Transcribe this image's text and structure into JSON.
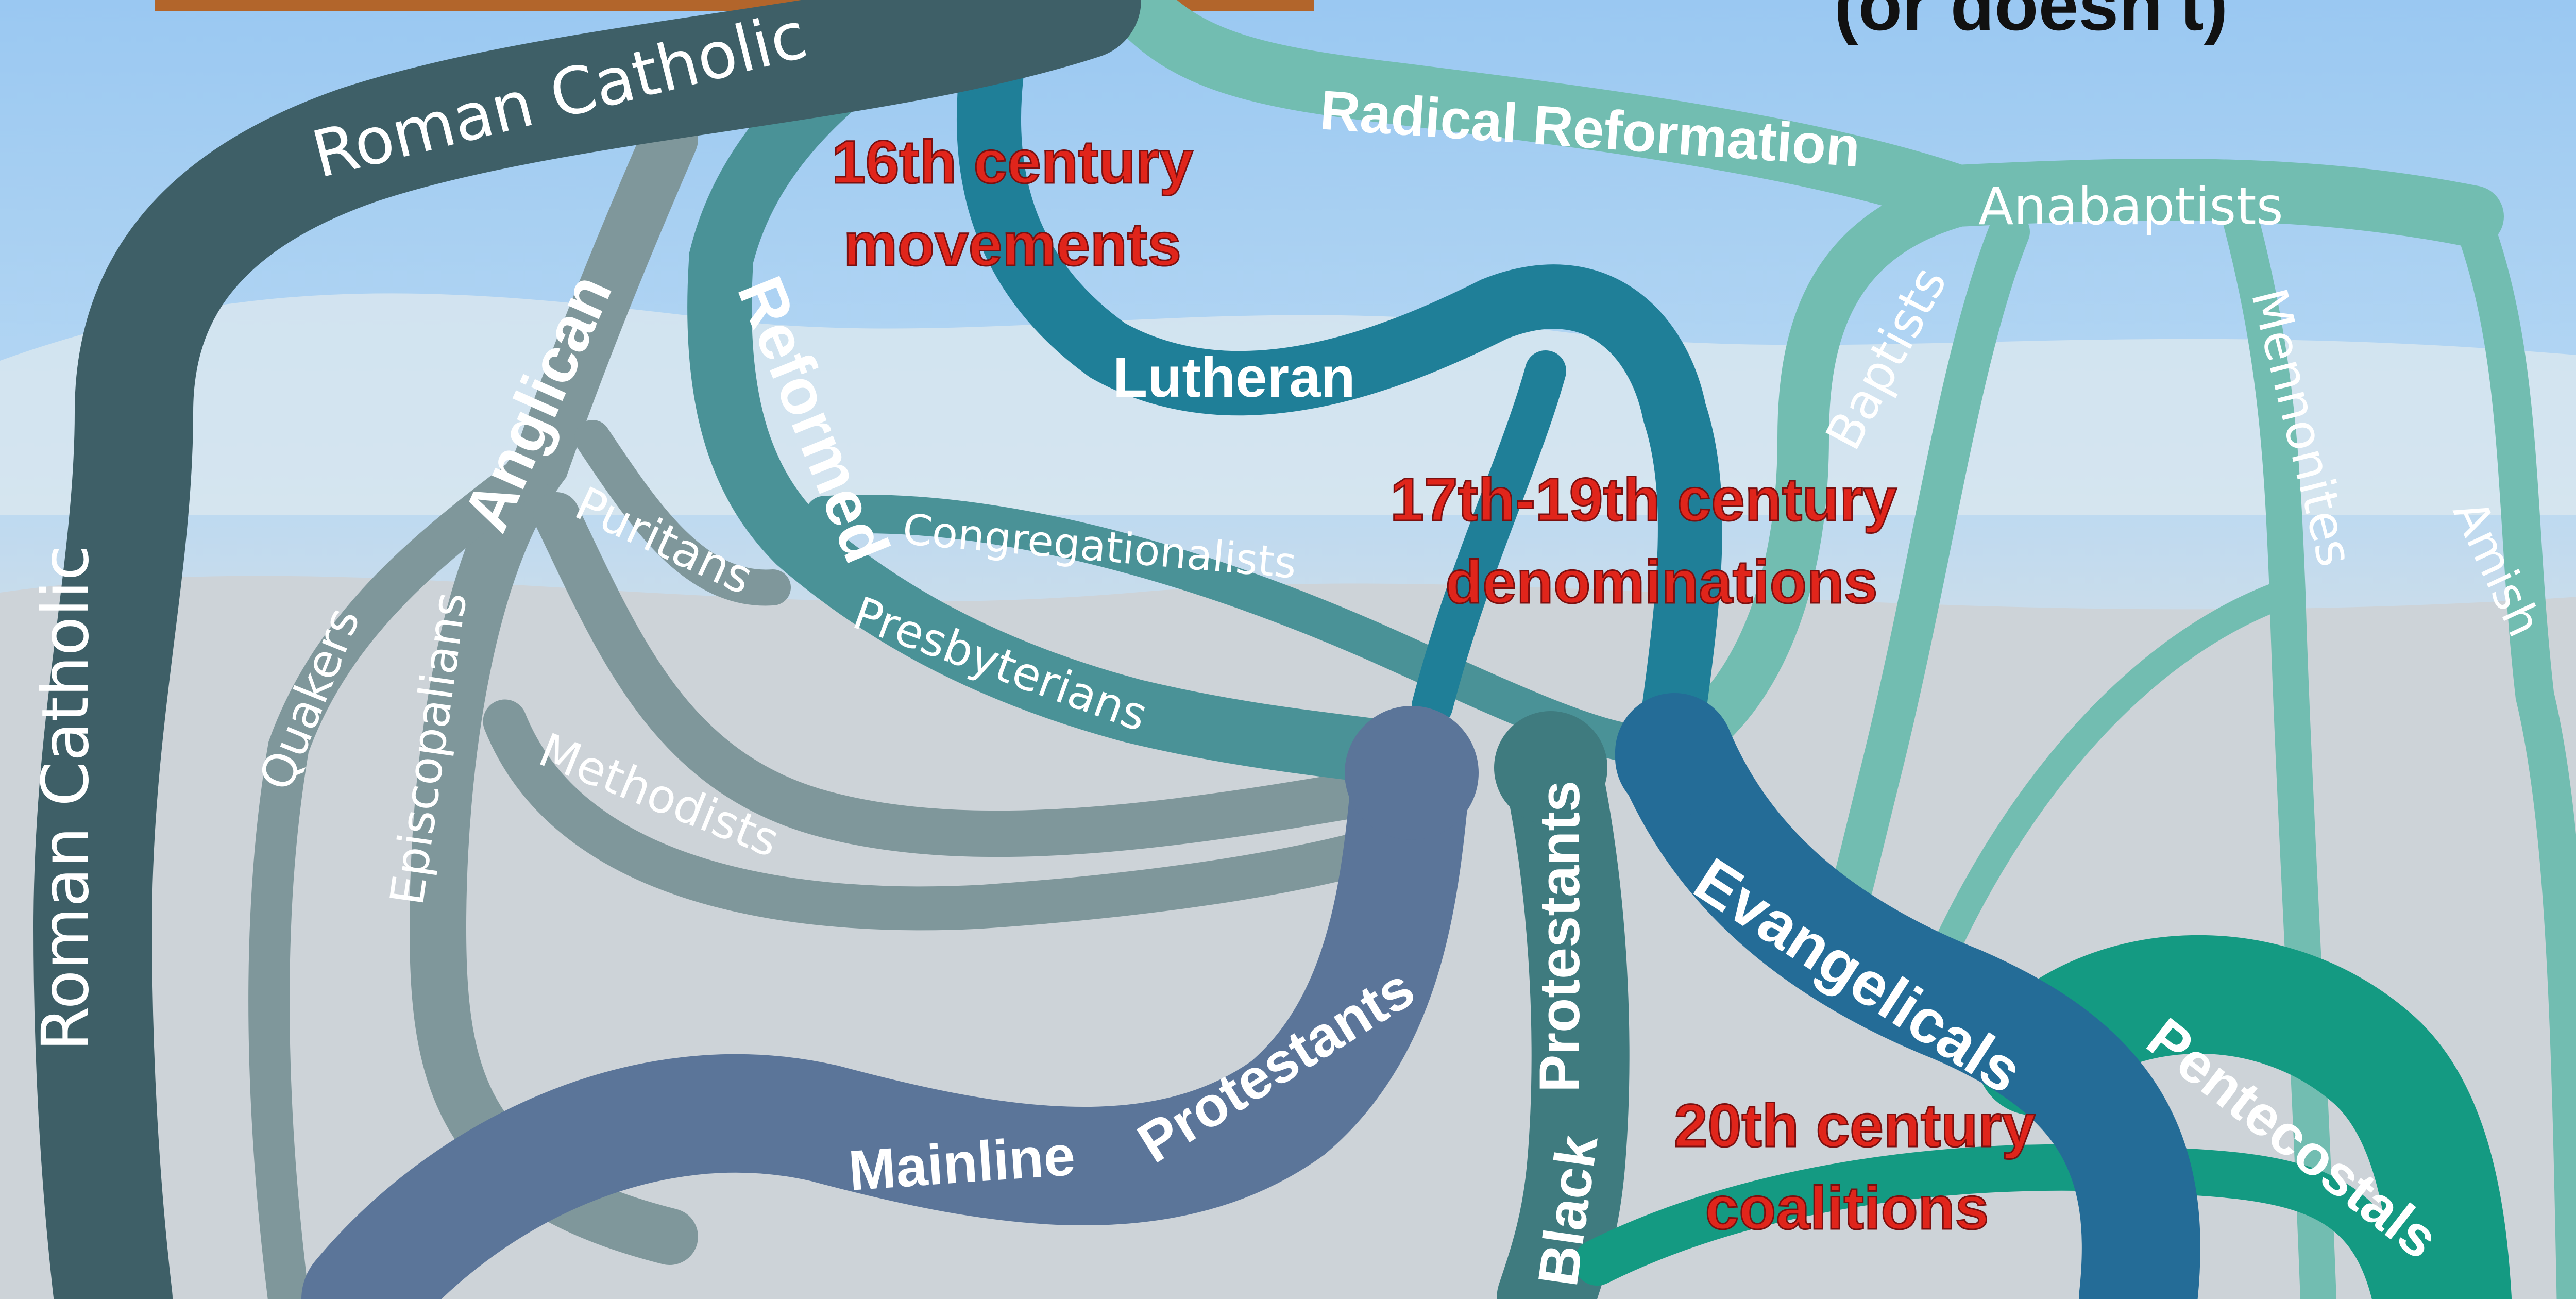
{
  "colors": {
    "sky_top": "#9ec9f0",
    "catholic": "#3e5f67",
    "anglican": "#7f979b",
    "reformed": "#4a9297",
    "lutheran": "#1f7f98",
    "radical": "#72bdb1",
    "mainline": "#5b7599",
    "black_protestants": "#3f7b7f",
    "evangelicals": "#246c97",
    "pentecostals": "#149a82",
    "era_label": "#e0251b",
    "banner": "#b2652b"
  },
  "header": {
    "title_fragment": "(or doesn't)"
  },
  "eras": {
    "sixteenth_line1": "16th century",
    "sixteenth_line2": "movements",
    "seventeenth_line1": "17th-19th century",
    "seventeenth_line2": "denominations",
    "twentieth_line1": "20th century",
    "twentieth_line2": "coalitions"
  },
  "branches": {
    "roman_catholic_top": "Roman Catholic",
    "roman_catholic_side": "Roman Catholic",
    "anglican": "Anglican",
    "reformed": "Reformed",
    "lutheran": "Lutheran",
    "radical_reformation": "Radical Reformation",
    "anabaptists": "Anabaptists",
    "baptists": "Baptists",
    "mennonites": "Mennonites",
    "amish": "Amish",
    "puritans": "Puritans",
    "quakers": "Quakers",
    "episcopalians": "Episcopalians",
    "methodists": "Methodists",
    "congregationalists": "Congregationalists",
    "presbyterians": "Presbyterians",
    "mainline": "Mainline",
    "protestants_mainline": "Protestants",
    "black": "Black",
    "protestants_black": "Protestants",
    "evangelicals": "Evangelicals",
    "pentecostals": "Pentecostals"
  }
}
